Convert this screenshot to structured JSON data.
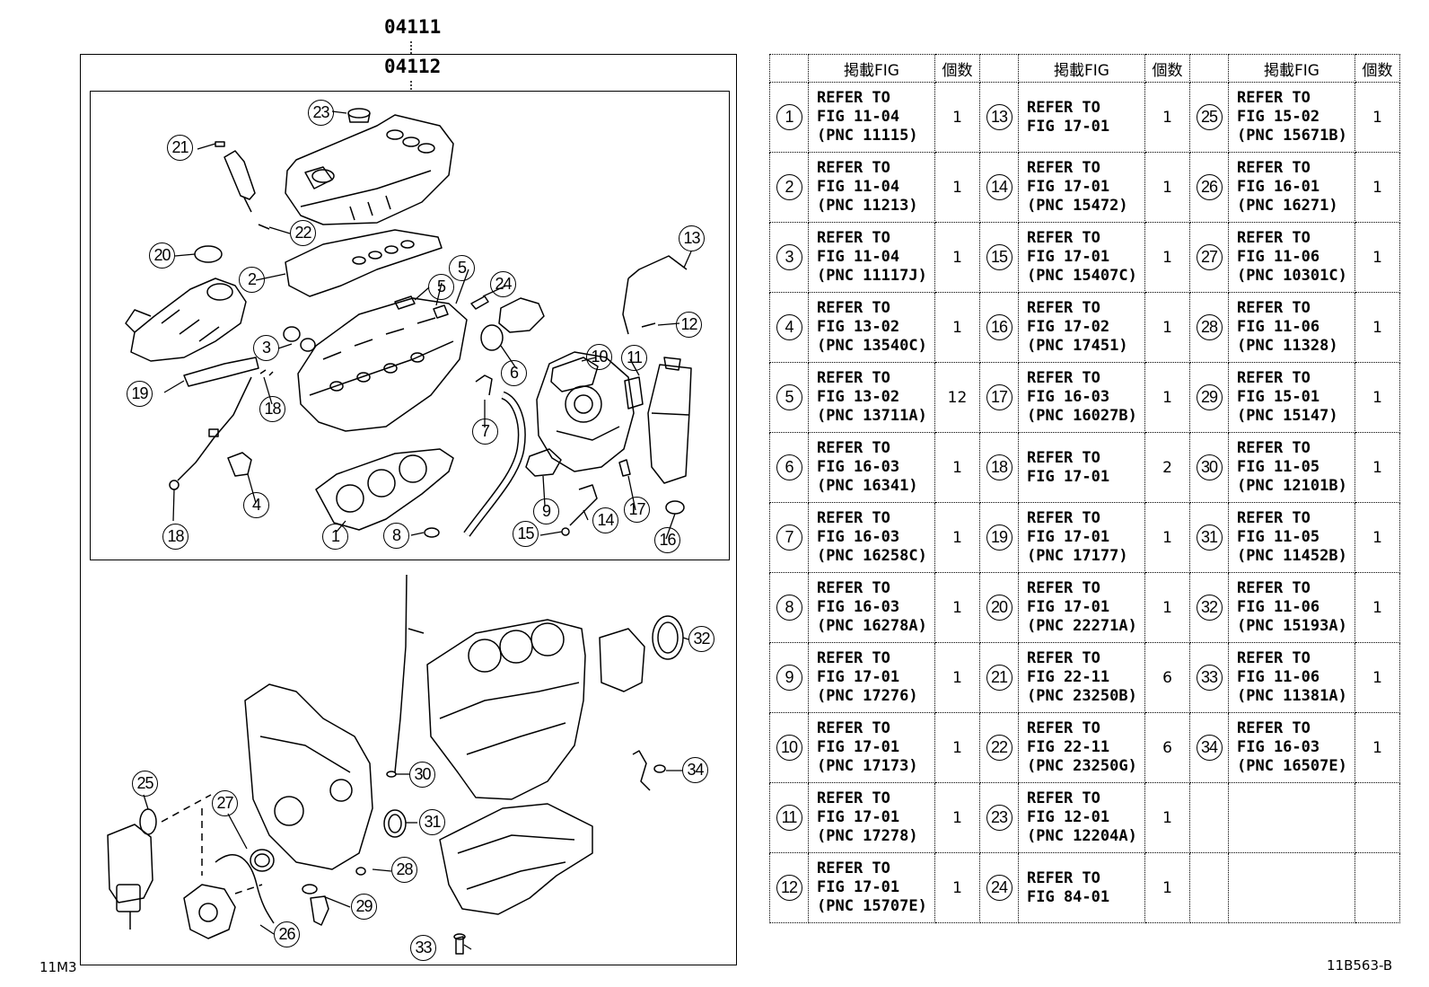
{
  "part_numbers": {
    "kit": "04111",
    "subkit": "04112"
  },
  "corner_left": "11M3",
  "corner_right": "11B563-B",
  "table": {
    "headers": {
      "col_fig": "掲載FIG",
      "col_qty": "個数"
    },
    "rows": [
      [
        {
          "num": "1",
          "ref": "REFER TO\nFIG 11-04\n(PNC 11115)",
          "qty": "1"
        },
        {
          "num": "13",
          "ref": "REFER TO\nFIG 17-01",
          "qty": "1"
        },
        {
          "num": "25",
          "ref": "REFER TO\nFIG 15-02\n(PNC 15671B)",
          "qty": "1"
        }
      ],
      [
        {
          "num": "2",
          "ref": "REFER TO\nFIG 11-04\n(PNC 11213)",
          "qty": "1"
        },
        {
          "num": "14",
          "ref": "REFER TO\nFIG 17-01\n(PNC 15472)",
          "qty": "1"
        },
        {
          "num": "26",
          "ref": "REFER TO\nFIG 16-01\n(PNC 16271)",
          "qty": "1"
        }
      ],
      [
        {
          "num": "3",
          "ref": "REFER TO\nFIG 11-04\n(PNC 11117J)",
          "qty": "1"
        },
        {
          "num": "15",
          "ref": "REFER TO\nFIG 17-01\n(PNC 15407C)",
          "qty": "1"
        },
        {
          "num": "27",
          "ref": "REFER TO\nFIG 11-06\n(PNC 10301C)",
          "qty": "1"
        }
      ],
      [
        {
          "num": "4",
          "ref": "REFER TO\nFIG 13-02\n(PNC 13540C)",
          "qty": "1"
        },
        {
          "num": "16",
          "ref": "REFER TO\nFIG 17-02\n(PNC 17451)",
          "qty": "1"
        },
        {
          "num": "28",
          "ref": "REFER TO\nFIG 11-06\n(PNC 11328)",
          "qty": "1"
        }
      ],
      [
        {
          "num": "5",
          "ref": "REFER TO\nFIG 13-02\n(PNC 13711A)",
          "qty": "12"
        },
        {
          "num": "17",
          "ref": "REFER TO\nFIG 16-03\n(PNC 16027B)",
          "qty": "1"
        },
        {
          "num": "29",
          "ref": "REFER TO\nFIG 15-01\n(PNC 15147)",
          "qty": "1"
        }
      ],
      [
        {
          "num": "6",
          "ref": "REFER TO\nFIG 16-03\n(PNC 16341)",
          "qty": "1"
        },
        {
          "num": "18",
          "ref": "REFER TO\nFIG 17-01",
          "qty": "2"
        },
        {
          "num": "30",
          "ref": "REFER TO\nFIG 11-05\n(PNC 12101B)",
          "qty": "1"
        }
      ],
      [
        {
          "num": "7",
          "ref": "REFER TO\nFIG 16-03\n(PNC 16258C)",
          "qty": "1"
        },
        {
          "num": "19",
          "ref": "REFER TO\nFIG 17-01\n(PNC 17177)",
          "qty": "1"
        },
        {
          "num": "31",
          "ref": "REFER TO\nFIG 11-05\n(PNC 11452B)",
          "qty": "1"
        }
      ],
      [
        {
          "num": "8",
          "ref": "REFER TO\nFIG 16-03\n(PNC 16278A)",
          "qty": "1"
        },
        {
          "num": "20",
          "ref": "REFER TO\nFIG 17-01\n(PNC 22271A)",
          "qty": "1"
        },
        {
          "num": "32",
          "ref": "REFER TO\nFIG 11-06\n(PNC 15193A)",
          "qty": "1"
        }
      ],
      [
        {
          "num": "9",
          "ref": "REFER TO\nFIG 17-01\n(PNC 17276)",
          "qty": "1"
        },
        {
          "num": "21",
          "ref": "REFER TO\nFIG 22-11\n(PNC 23250B)",
          "qty": "6"
        },
        {
          "num": "33",
          "ref": "REFER TO\nFIG 11-06\n(PNC 11381A)",
          "qty": "1"
        }
      ],
      [
        {
          "num": "10",
          "ref": "REFER TO\nFIG 17-01\n(PNC 17173)",
          "qty": "1"
        },
        {
          "num": "22",
          "ref": "REFER TO\nFIG 22-11\n(PNC 23250G)",
          "qty": "6"
        },
        {
          "num": "34",
          "ref": "REFER TO\nFIG 16-03\n(PNC 16507E)",
          "qty": "1"
        }
      ],
      [
        {
          "num": "11",
          "ref": "REFER TO\nFIG 17-01\n(PNC 17278)",
          "qty": "1"
        },
        {
          "num": "23",
          "ref": "REFER TO\nFIG 12-01\n(PNC 12204A)",
          "qty": "1"
        },
        {
          "num": "",
          "ref": "",
          "qty": ""
        }
      ],
      [
        {
          "num": "12",
          "ref": "REFER TO\nFIG 17-01\n(PNC 15707E)",
          "qty": "1"
        },
        {
          "num": "24",
          "ref": "REFER TO\nFIG 84-01",
          "qty": "1"
        },
        {
          "num": "",
          "ref": "",
          "qty": ""
        }
      ]
    ]
  },
  "callouts": [
    "1",
    "2",
    "3",
    "4",
    "5",
    "5",
    "6",
    "7",
    "8",
    "9",
    "10",
    "11",
    "12",
    "13",
    "14",
    "15",
    "16",
    "17",
    "18",
    "18",
    "19",
    "20",
    "21",
    "22",
    "23",
    "24",
    "25",
    "26",
    "27",
    "28",
    "29",
    "30",
    "31",
    "32",
    "33",
    "34"
  ]
}
